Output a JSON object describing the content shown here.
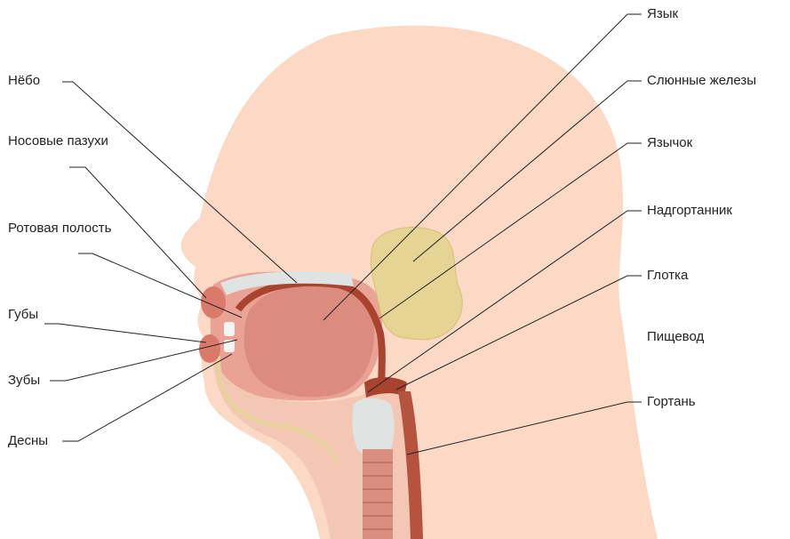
{
  "labels": {
    "nebo": "Нёбо",
    "sinuses": "Носовые пазухи",
    "oral_cavity": "Ротовая полость",
    "lips": "Губы",
    "teeth": "Зубы",
    "gums": "Десны",
    "tongue": "Язык",
    "salivary": "Слюнные железы",
    "uvula": "Язычок",
    "epiglottis": "Надгортанник",
    "pharynx": "Глотка",
    "esophagus": "Пищевод",
    "larynx": "Гортань"
  },
  "colors": {
    "skin": "#fbd9c4",
    "tissue": "#e9a294",
    "tongue": "#dc8c7e",
    "palate_dark": "#a7432f",
    "gland": "#e6d494",
    "bone": "#dfe3e2",
    "leader": "#222222"
  }
}
